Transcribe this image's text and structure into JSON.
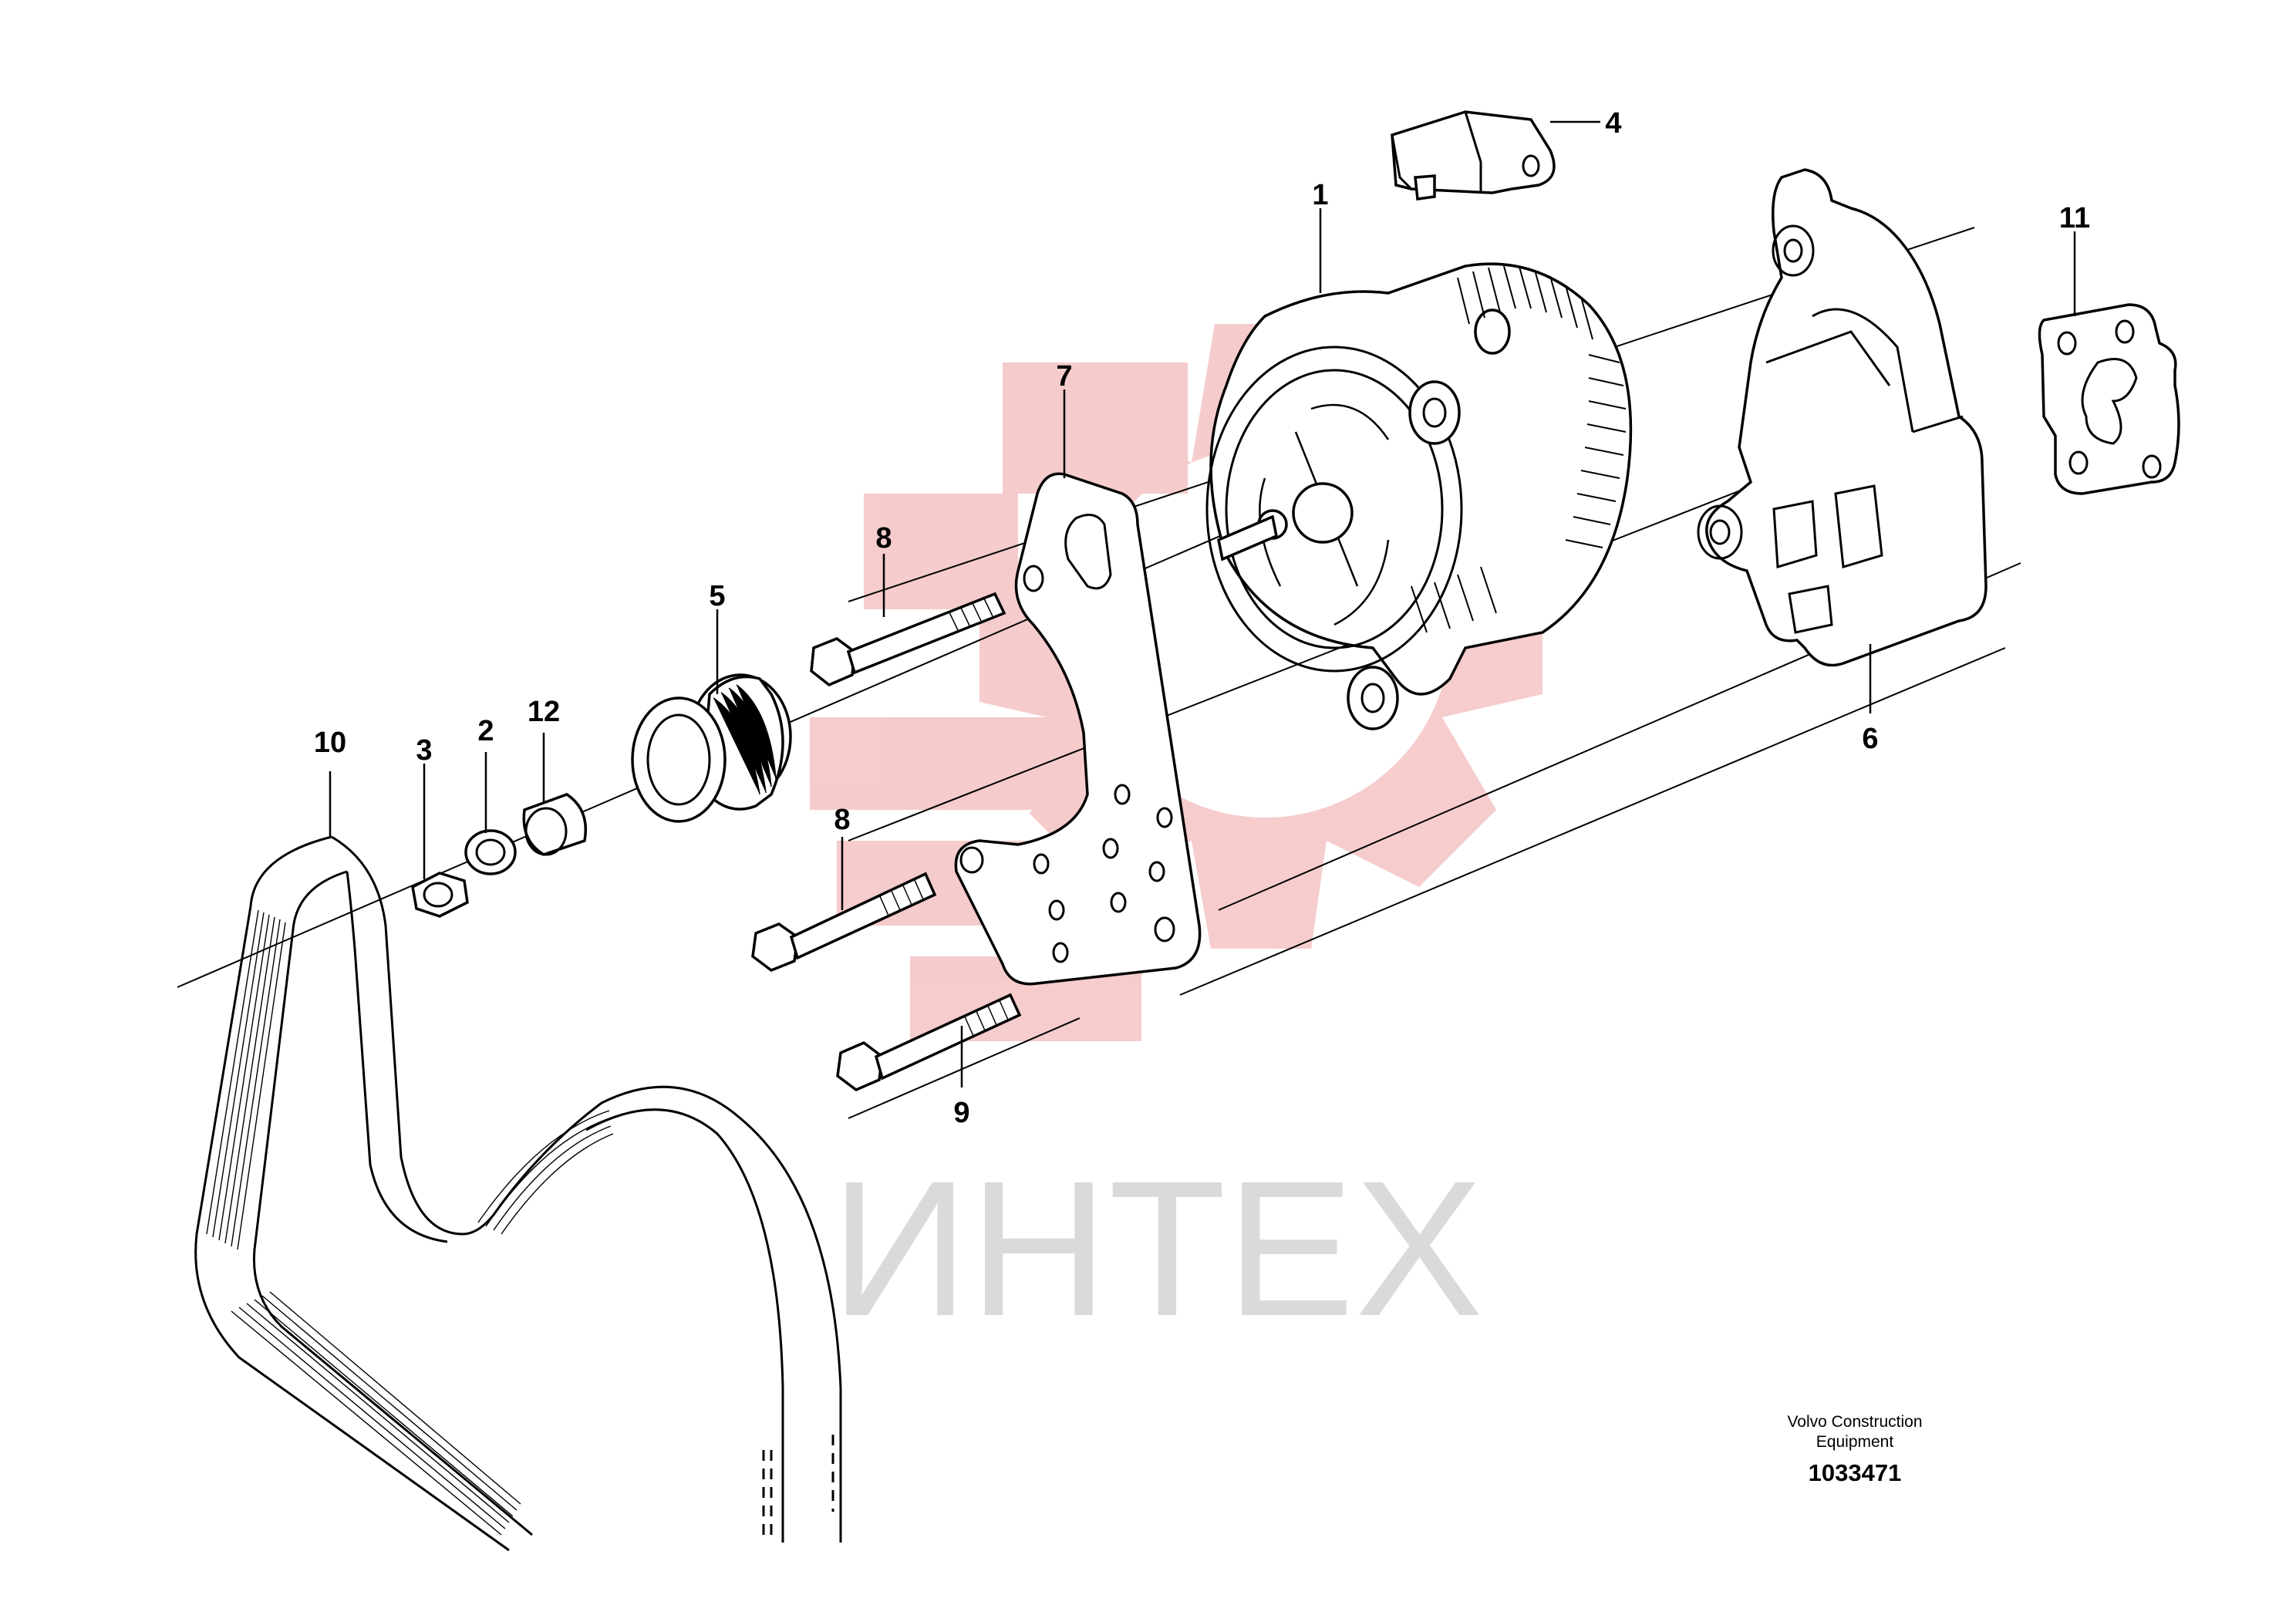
{
  "watermark": {
    "text": "ИНТЕХ",
    "gear_color": "#f6c9c9",
    "text_color": "#d9d9d9"
  },
  "callouts": [
    "1",
    "2",
    "3",
    "4",
    "5",
    "6",
    "7",
    "8",
    "8",
    "9",
    "10",
    "11",
    "12"
  ],
  "footer": {
    "company_line1": "Volvo Construction",
    "company_line2": "Equipment",
    "drawing_number": "1033471"
  }
}
